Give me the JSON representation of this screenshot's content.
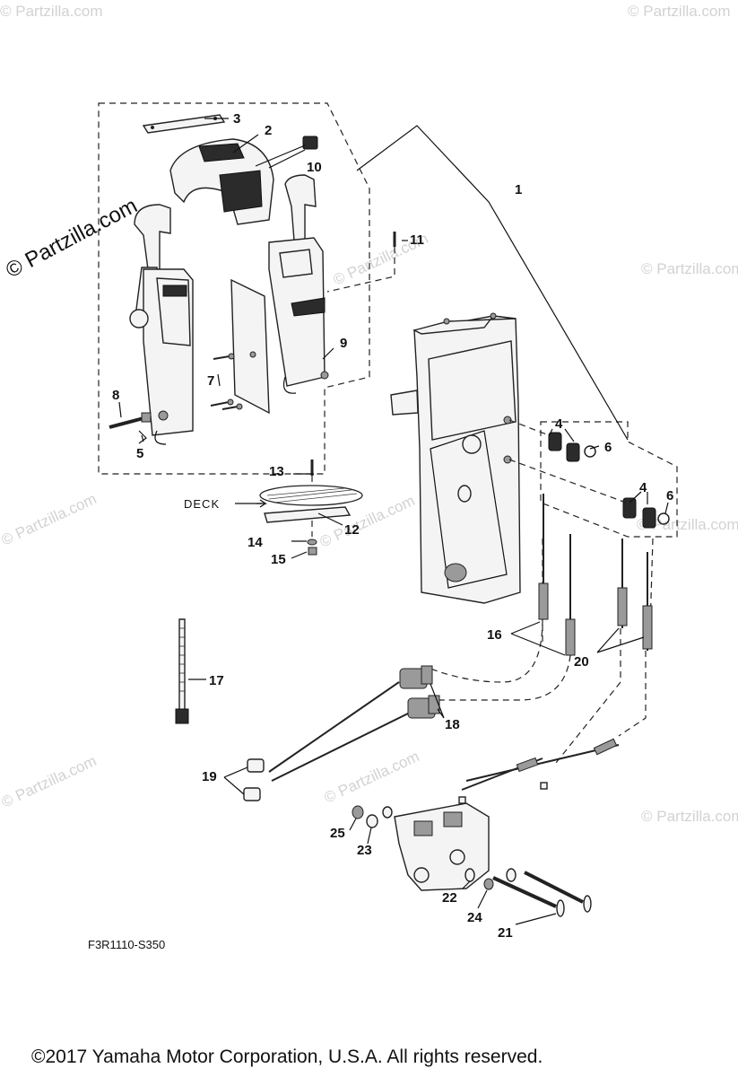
{
  "watermark": "© Partzilla.com",
  "callouts": {
    "p1": "1",
    "p2": "2",
    "p3": "3",
    "p4a": "4",
    "p4b": "4",
    "p5": "5",
    "p6a": "6",
    "p6b": "6",
    "p7": "7",
    "p8": "8",
    "p9": "9",
    "p10": "10",
    "p11": "11",
    "p12": "12",
    "p13": "13",
    "p14": "14",
    "p15": "15",
    "p16": "16",
    "p17": "17",
    "p18": "18",
    "p19": "19",
    "p20": "20",
    "p21": "21",
    "p22": "22",
    "p23": "23",
    "p24": "24",
    "p25": "25"
  },
  "deck_label": "DECK",
  "drawing_code": "F3R1110-S350",
  "copyright": "©2017  Yamaha Motor Corporation, U.S.A. All rights reserved."
}
